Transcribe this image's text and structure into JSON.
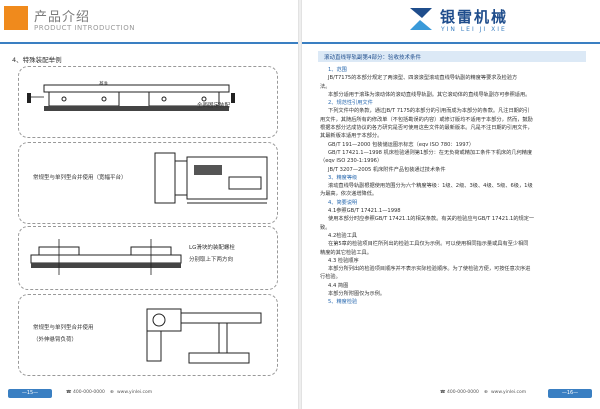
{
  "header_left": {
    "title_cn": "产品介绍",
    "title_en": "PRODUCT INTRODUCTION"
  },
  "header_right": {
    "brand_cn": "银雷机械",
    "brand_en": "YIN LEI JI XIE"
  },
  "left_page": {
    "section_title": "4、特殊装配举例",
    "figures": [
      {
        "label": "基准",
        "caption": "全面固定装配"
      },
      {
        "caption": "常规型与单列型合并使用（宽幅平台）"
      },
      {
        "caption_line1": "LG滑块的装配螺栓",
        "caption_line2": "分别取上下两方向"
      },
      {
        "caption_line1": "常规型与单列型合并使用",
        "caption_line2": "（外伸悬臂负荷）"
      }
    ],
    "page_number": "—15—"
  },
  "right_page": {
    "banner": "滚动直线导轨副第4部分：验收技术条件",
    "page_number": "—16—",
    "lines": [
      {
        "cls": "h i1",
        "text": "1、范围"
      },
      {
        "cls": "i1",
        "text": "JB/T7175的本部分规定了两滚型、四滚滚型滚动直线导轨副的精度等要求及检验方"
      },
      {
        "cls": "",
        "text": "法。"
      },
      {
        "cls": "i1",
        "text": "本部分适用于滚珠为滚动体的滚动直线导轨副。其它滚动体的直线导轨副亦可参照适用。"
      },
      {
        "cls": "h i1",
        "text": "2、规范性引用文件"
      },
      {
        "cls": "i1",
        "text": "下列文件中的条款，通过JB/T 7175的本部分的引用而成为本部分的条款。凡注日期的引"
      },
      {
        "cls": "",
        "text": "用文件，其随后所有的修改单（不包括勘误的内容）或修订版均不适用于本部分，然而，鼓励"
      },
      {
        "cls": "",
        "text": "根据本部分达成协议的各方研究是否可使用这些文件的最新版本。凡是不注日期的引用文件，"
      },
      {
        "cls": "",
        "text": "其最新版本适用于本部分。"
      },
      {
        "cls": "i1",
        "text": "GB/T 191—2000  包装储运图示标志（eqv ISO 780：1997）"
      },
      {
        "cls": "i1",
        "text": "GB/T 17421.1—1998  机床检验通则第1部分：在无负荷或精加工条件下机床的几何精度"
      },
      {
        "cls": "",
        "text": "（eqv ISO 230-1:1996）"
      },
      {
        "cls": "i1",
        "text": "JB/T 3207—2005  机床附件产品包装通过技术条件"
      },
      {
        "cls": "h i1",
        "text": "3、精度等级"
      },
      {
        "cls": "i1",
        "text": "滚动直线导轨副根据使用范围分为六个精度等级：1级、2级、3级、4级、5级、6级，1级"
      },
      {
        "cls": "",
        "text": "为最高，依次递增降低。"
      },
      {
        "cls": "h i1",
        "text": "4、简要说明"
      },
      {
        "cls": "i1",
        "text": "4.1参照GB/T 17421.1—1998"
      },
      {
        "cls": "i1",
        "text": "使用本部分时应参照GB/T 17421.1的相关条款。有关的检验应与GB/T 17421.1的规定一"
      },
      {
        "cls": "",
        "text": "致。"
      },
      {
        "cls": "i1",
        "text": "4.2检验工具"
      },
      {
        "cls": "i1",
        "text": "在第5章的检验项目栏所列出的检验工具仅为示例。可以使用相同指示量或具有至少相同"
      },
      {
        "cls": "",
        "text": "精度的其它检验工具。"
      },
      {
        "cls": "i1",
        "text": "4.3 检验顺序"
      },
      {
        "cls": "i1",
        "text": "本部分所列出的检验项目顺序并不表示实际检验顺序。为了使检验方便，可按任意次序进"
      },
      {
        "cls": "",
        "text": "行检验。"
      },
      {
        "cls": "i1",
        "text": "4.4 简图"
      },
      {
        "cls": "i1",
        "text": "本部分所附图仅为示例。"
      },
      {
        "cls": "h i1",
        "text": "5、精度检验"
      }
    ]
  },
  "footer": {
    "tel": "400-000-0000",
    "web": "www.yinlei.com"
  },
  "colors": {
    "accent_orange": "#f08a1c",
    "accent_blue": "#3a7fc2",
    "banner_bg": "#dce9f6"
  },
  "icons": [
    "logo-mark-icon",
    "phone-icon",
    "globe-icon"
  ]
}
